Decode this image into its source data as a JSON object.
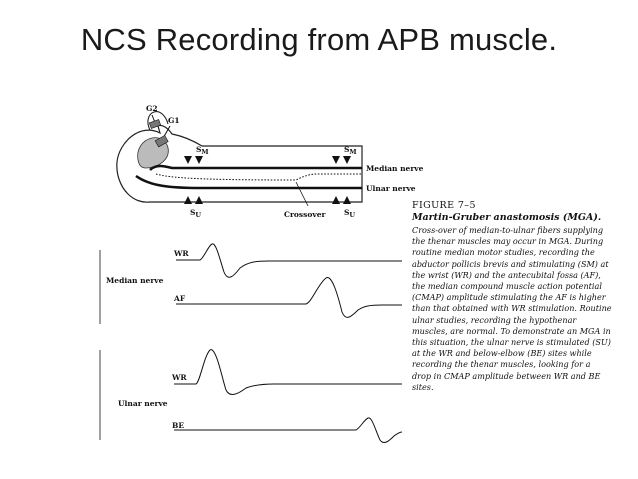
{
  "slide": {
    "title": "NCS Recording from APB muscle."
  },
  "diagram": {
    "electrodes": {
      "g2": "G2",
      "g1": "G1"
    },
    "stim_median": "S",
    "stim_median_sub": "M",
    "stim_ulnar": "S",
    "stim_ulnar_sub": "U",
    "nerves": {
      "median": "Median nerve",
      "ulnar": "Ulnar nerve",
      "crossover": "Crossover"
    },
    "traces": {
      "median_group": "Median nerve",
      "ulnar_group": "Ulnar nerve",
      "median_wr": "WR",
      "median_af": "AF",
      "ulnar_wr": "WR",
      "ulnar_be": "BE"
    }
  },
  "caption": {
    "heading": "FIGURE 7–5",
    "subtitle": "Martin-Gruber anastomosis (MGA).",
    "body": "Cross-over of median-to-ulnar fibers supplying the thenar muscles may occur in MGA. During routine median motor studies, recording the abductor pollicis brevis and stimulating (SM) at the wrist (WR) and the antecubital fossa (AF), the median compound muscle action potential (CMAP) amplitude stimulating the AF is higher than that obtained with WR stimulation. Routine ulnar studies, recording the hypothenar muscles, are normal. To demonstrate an MGA in this situation, the ulnar nerve is stimulated (SU) at the WR and below-elbow (BE) sites while recording the thenar muscles, looking for a drop in CMAP amplitude between WR and BE sites."
  }
}
